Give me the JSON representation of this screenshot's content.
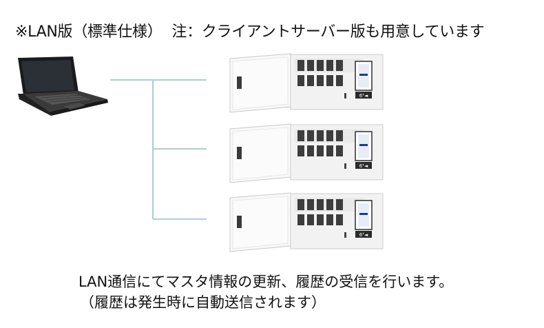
{
  "header": {
    "note_lan": "※LAN版（標準仕様）",
    "note_server": "注：クライアントサーバー版も用意しています"
  },
  "footer": {
    "line1": "LAN通信にてマスタ情報の更新、履歴の受信を行います。",
    "line2": "（履歴は発生時に自動送信されます）"
  },
  "icons": {
    "client": "laptop-icon",
    "device": "key-cabinet-icon"
  },
  "colors": {
    "wire": "#a9cdd8",
    "cabinet_body": "#f2f2f2",
    "door": "#f8f8f8",
    "screen": "#1f3a8a"
  },
  "cabinets": [
    {
      "screen_label": "6ᵀ◄"
    },
    {
      "screen_label": "6ᵀ◄"
    },
    {
      "screen_label": "6ᵀ◄"
    }
  ]
}
